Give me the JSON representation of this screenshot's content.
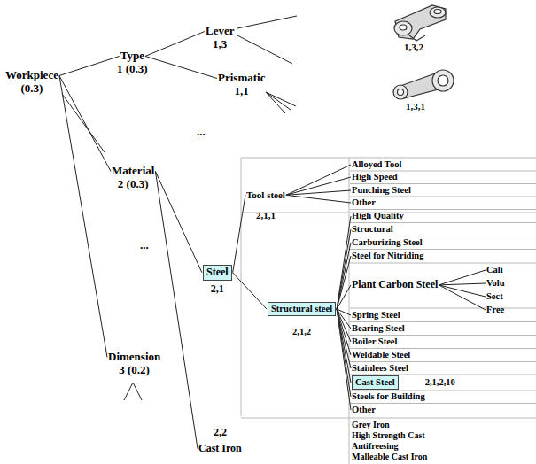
{
  "diagram": {
    "nodes": [
      {
        "text": [
          "Workpiece",
          "(0.3)"
        ]
      },
      {
        "text": [
          "Type",
          "1 (0.3)"
        ]
      },
      {
        "text": [
          "Material",
          "2 (0.3)"
        ]
      },
      {
        "text": [
          "Dimension",
          "3 (0.2)"
        ]
      },
      {
        "text": [
          "Lever",
          "1,3"
        ]
      },
      {
        "text": [
          "Prismatic",
          "1,1"
        ]
      },
      {
        "text": [
          "Steel",
          "2,1"
        ]
      },
      {
        "text": [
          "2,2",
          "Cast Iron"
        ]
      },
      {
        "text": [
          "Tool steel",
          "2,1,1"
        ]
      },
      {
        "text": [
          "Structural steel",
          "2,1,2"
        ]
      },
      {
        "text": [
          "Alloyed Tool"
        ]
      },
      {
        "text": [
          "High Speed"
        ]
      },
      {
        "text": [
          "Punching Steel"
        ]
      },
      {
        "text": [
          "Other"
        ]
      },
      {
        "text": [
          "High Quality"
        ]
      },
      {
        "text": [
          "Structural"
        ]
      },
      {
        "text": [
          "Carburizing Steel"
        ]
      },
      {
        "text": [
          "Steel for Nitriding"
        ]
      },
      {
        "text": [
          "Plant Carbon Steel"
        ]
      },
      {
        "text": [
          "Spring Steel"
        ]
      },
      {
        "text": [
          "Bearing Steel"
        ]
      },
      {
        "text": [
          "Boiler Steel"
        ]
      },
      {
        "text": [
          "Weldable Steel"
        ]
      },
      {
        "text": [
          "Stainlees Steel"
        ]
      },
      {
        "text": [
          "Cast Steel",
          "2,1,2,10"
        ]
      },
      {
        "text": [
          "Steels for Building"
        ]
      },
      {
        "text": [
          "Other"
        ]
      },
      {
        "text": [
          "Cali"
        ]
      },
      {
        "text": [
          "Volu"
        ]
      },
      {
        "text": [
          "Sect"
        ]
      },
      {
        "text": [
          "Free"
        ]
      }
    ],
    "edges": [
      {
        "from": 0,
        "to": 1,
        "arrow": "none"
      },
      {
        "from": 0,
        "to": 2,
        "arrow": "none"
      },
      {
        "from": 0,
        "to": 3,
        "arrow": "none"
      },
      {
        "from": 1,
        "to": 4,
        "arrow": "none"
      },
      {
        "from": 1,
        "to": 5,
        "arrow": "none"
      },
      {
        "from": 2,
        "to": 6,
        "arrow": "none"
      },
      {
        "from": 2,
        "to": 7,
        "arrow": "none"
      },
      {
        "from": 6,
        "to": 8,
        "arrow": "none"
      },
      {
        "from": 6,
        "to": 9,
        "arrow": "none"
      },
      {
        "from": 8,
        "to": 10,
        "arrow": "none"
      },
      {
        "from": 8,
        "to": 11,
        "arrow": "none"
      },
      {
        "from": 8,
        "to": 12,
        "arrow": "none"
      },
      {
        "from": 8,
        "to": 13,
        "arrow": "none"
      },
      {
        "from": 9,
        "to": 14,
        "arrow": "none"
      },
      {
        "from": 9,
        "to": 15,
        "arrow": "none"
      },
      {
        "from": 9,
        "to": 16,
        "arrow": "none"
      },
      {
        "from": 9,
        "to": 17,
        "arrow": "none"
      },
      {
        "from": 9,
        "to": 18,
        "arrow": "none"
      },
      {
        "from": 9,
        "to": 19,
        "arrow": "none"
      },
      {
        "from": 9,
        "to": 20,
        "arrow": "none"
      },
      {
        "from": 9,
        "to": 21,
        "arrow": "none"
      },
      {
        "from": 9,
        "to": 22,
        "arrow": "none"
      },
      {
        "from": 9,
        "to": 23,
        "arrow": "none"
      },
      {
        "from": 9,
        "to": 24,
        "arrow": "none"
      },
      {
        "from": 9,
        "to": 25,
        "arrow": "none"
      },
      {
        "from": 9,
        "to": 26,
        "arrow": "none"
      },
      {
        "from": 18,
        "to": 27,
        "arrow": "none"
      },
      {
        "from": 18,
        "to": 28,
        "arrow": "none"
      },
      {
        "from": 18,
        "to": 29,
        "arrow": "none"
      },
      {
        "from": 18,
        "to": 30,
        "arrow": "none"
      }
    ],
    "labels": [
      "...",
      "...",
      "1,3,2",
      "1,3,1",
      "Grey Iron",
      "High Strength Cast",
      "Antifreesing",
      "Malleable Cast Iron"
    ]
  }
}
